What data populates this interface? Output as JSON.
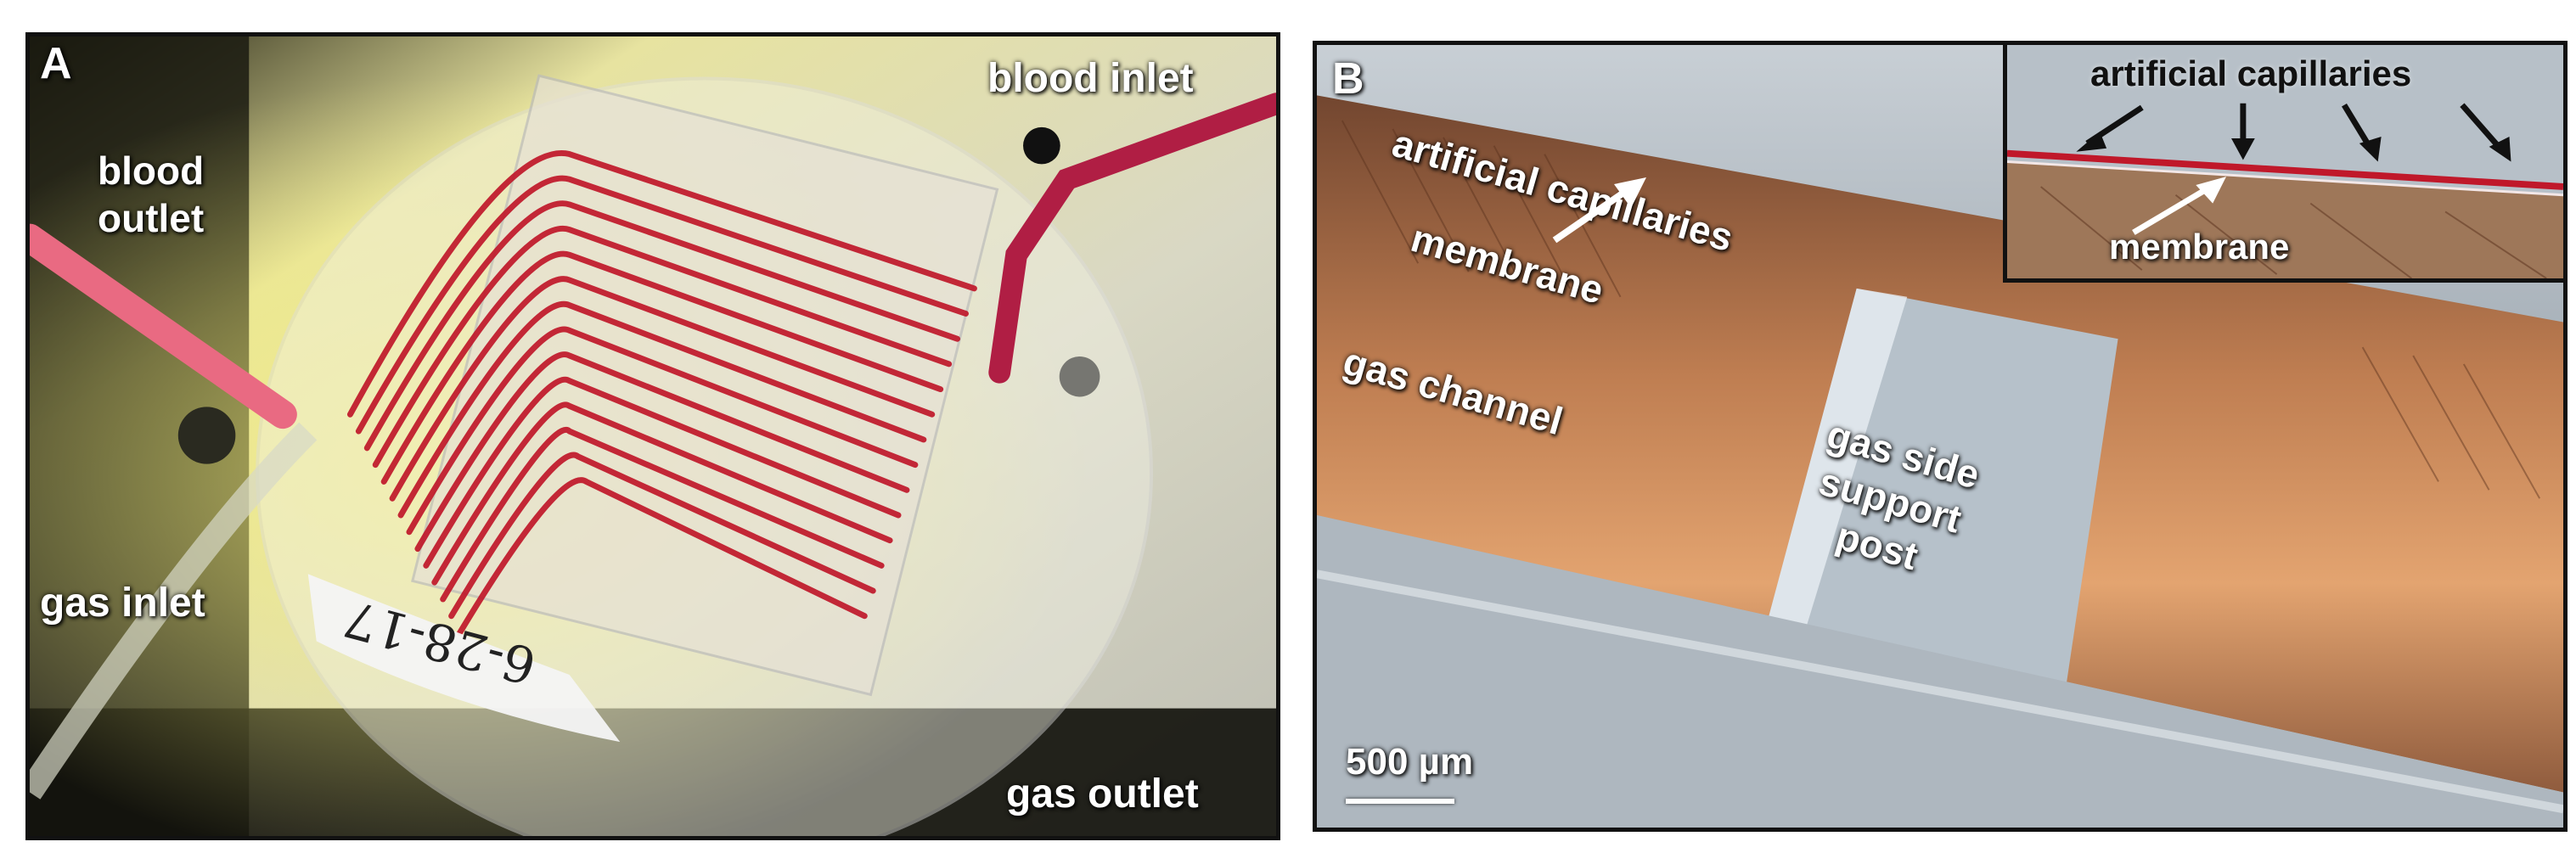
{
  "panel_a": {
    "label": "A",
    "blood_outlet": [
      "blood",
      "outlet"
    ],
    "blood_inlet": "blood inlet",
    "gas_inlet": "gas inlet",
    "gas_outlet": "gas outlet",
    "handwriting": "6-28-17"
  },
  "panel_b": {
    "label": "B",
    "artificial_capillaries": "artificial capillaries",
    "membrane": "membrane",
    "gas_channel": "gas channel",
    "gas_side_support_post": [
      "gas side",
      "support",
      "post"
    ],
    "scale_bar": "500 µm",
    "inset": {
      "artificial_capillaries": "artificial capillaries",
      "membrane": "membrane"
    }
  },
  "colors": {
    "blood": "#c0182a",
    "metal": "#b9c3cc",
    "copper": "#a9603a"
  }
}
